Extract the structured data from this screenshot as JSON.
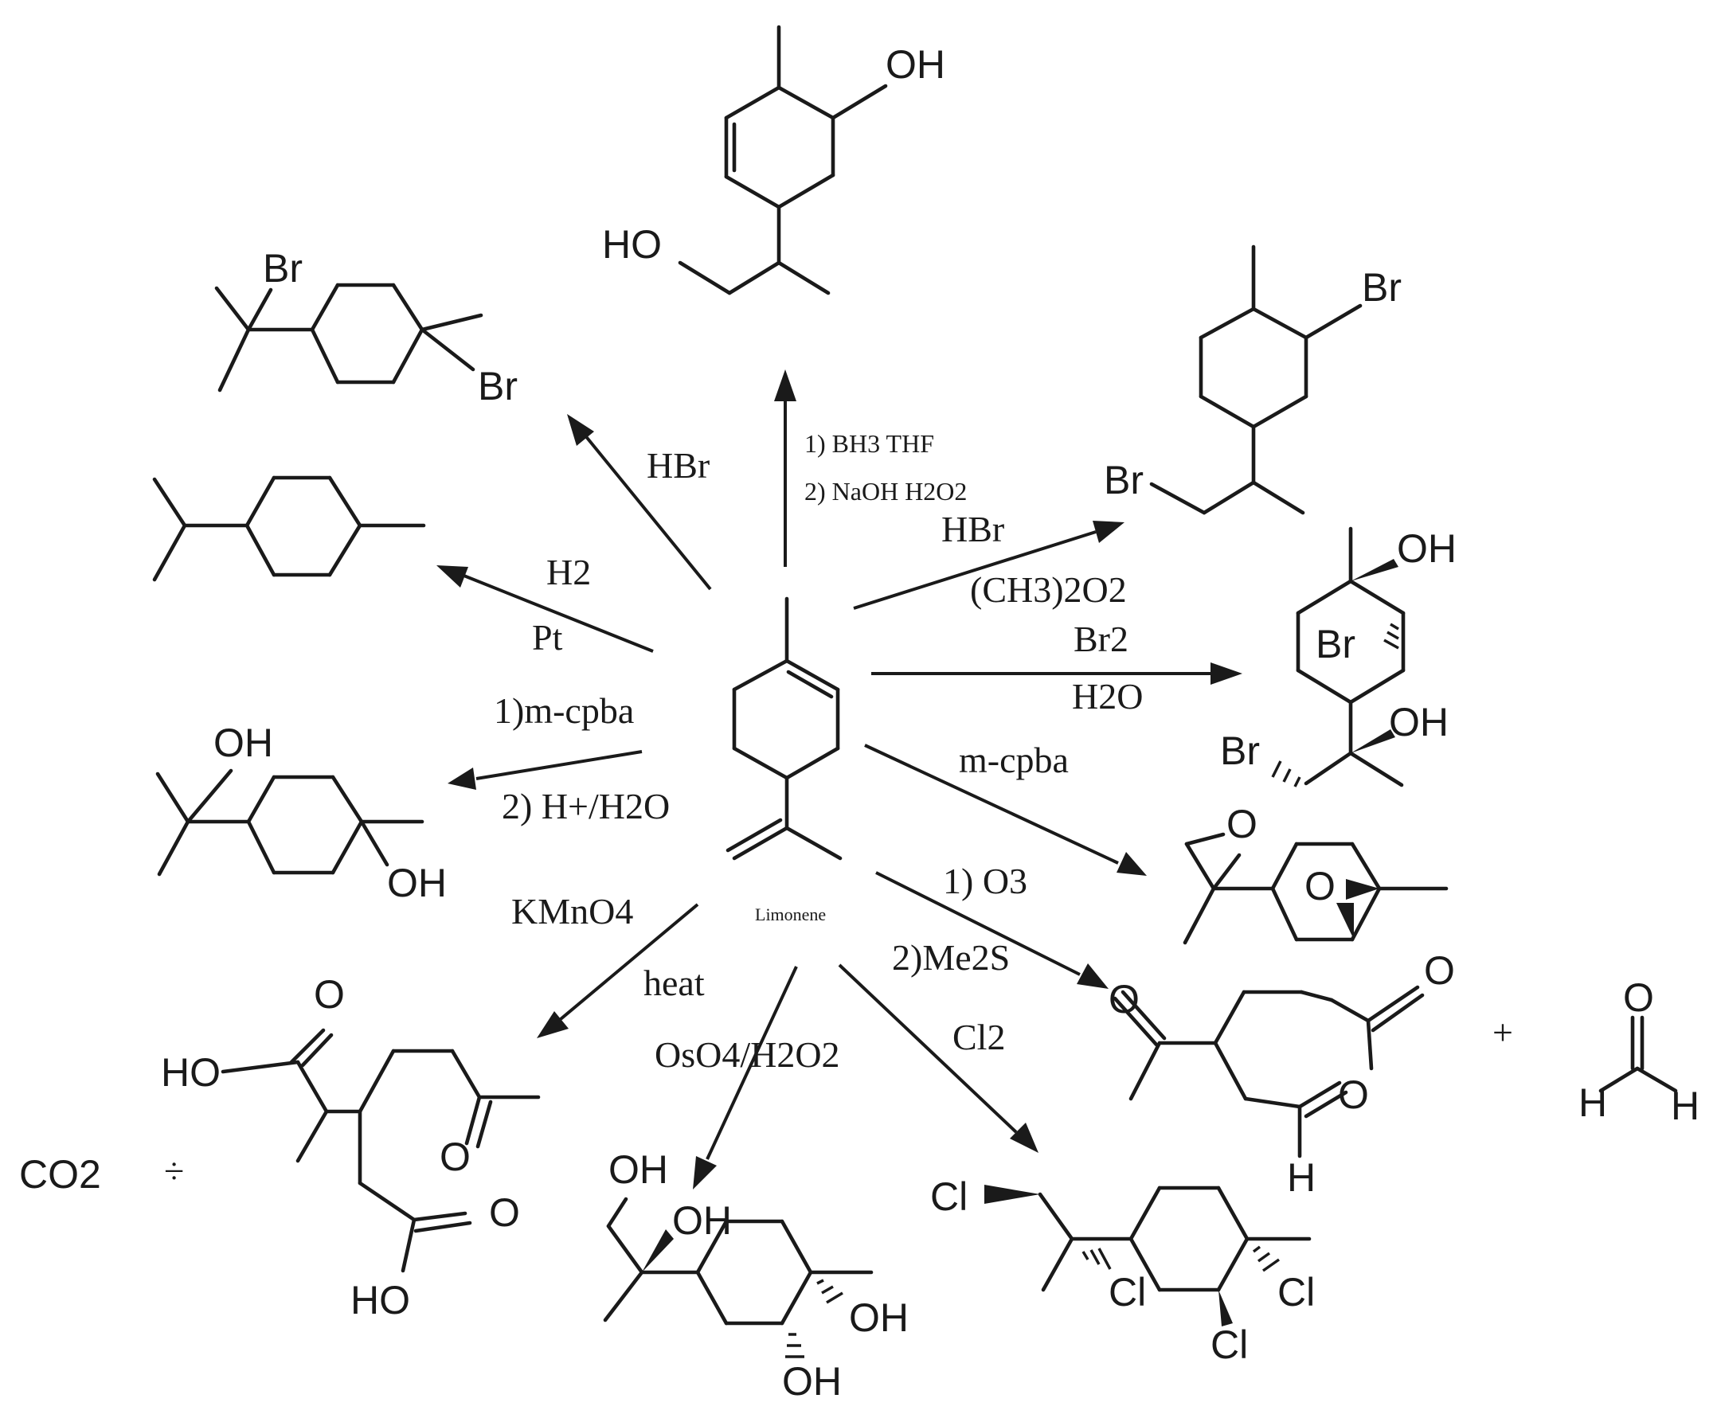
{
  "diagram": {
    "center_compound": {
      "label": "Limonene"
    },
    "reagents": {
      "hydroboration_step1": "1) BH3 THF",
      "hydroboration_step2": "2) NaOH H2O2",
      "hbr_markovnikov": "HBr",
      "hbr_peroxide": "HBr",
      "peroxide": "(CH3)2O2",
      "hydrogen": "H2",
      "platinum": "Pt",
      "bromine": "Br2",
      "water": "H2O",
      "epox_step1": "1)m-cpba",
      "epox_step2": "2) H+/H2O",
      "mcpba": "m-cpba",
      "permanganate": "KMnO4",
      "heat": "heat",
      "ozone_step1": "1) O3",
      "ozone_step2": "2)Me2S",
      "osmium": "OsO4/H2O2",
      "chlorine": "Cl2"
    },
    "atoms": {
      "oh": "OH",
      "ho": "HO",
      "br": "Br",
      "cl": "Cl",
      "o": "O",
      "h": "H",
      "co2": "CO2"
    },
    "symbols": {
      "plus": "+",
      "plus_faint": "÷"
    }
  }
}
